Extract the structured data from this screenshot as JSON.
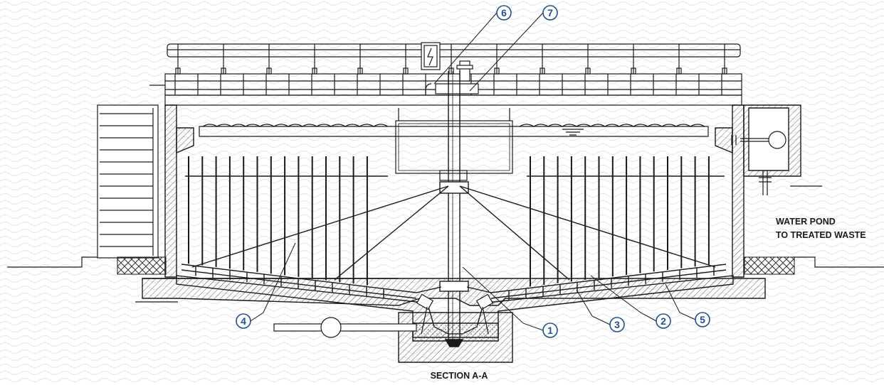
{
  "labels": {
    "outlet": "WATER POND\nTO TREATED WASTE",
    "outlet_line1": "WATER POND",
    "outlet_line2": "TO TREATED WASTE",
    "section": "SECTION A-A"
  },
  "callouts": [
    "1",
    "2",
    "3",
    "4",
    "5",
    "6",
    "7"
  ],
  "colors": {
    "line": "#1a1a1a",
    "callout": "#1f4f9c",
    "hatch": "#555555",
    "background_wave": "#e6e6e6"
  }
}
